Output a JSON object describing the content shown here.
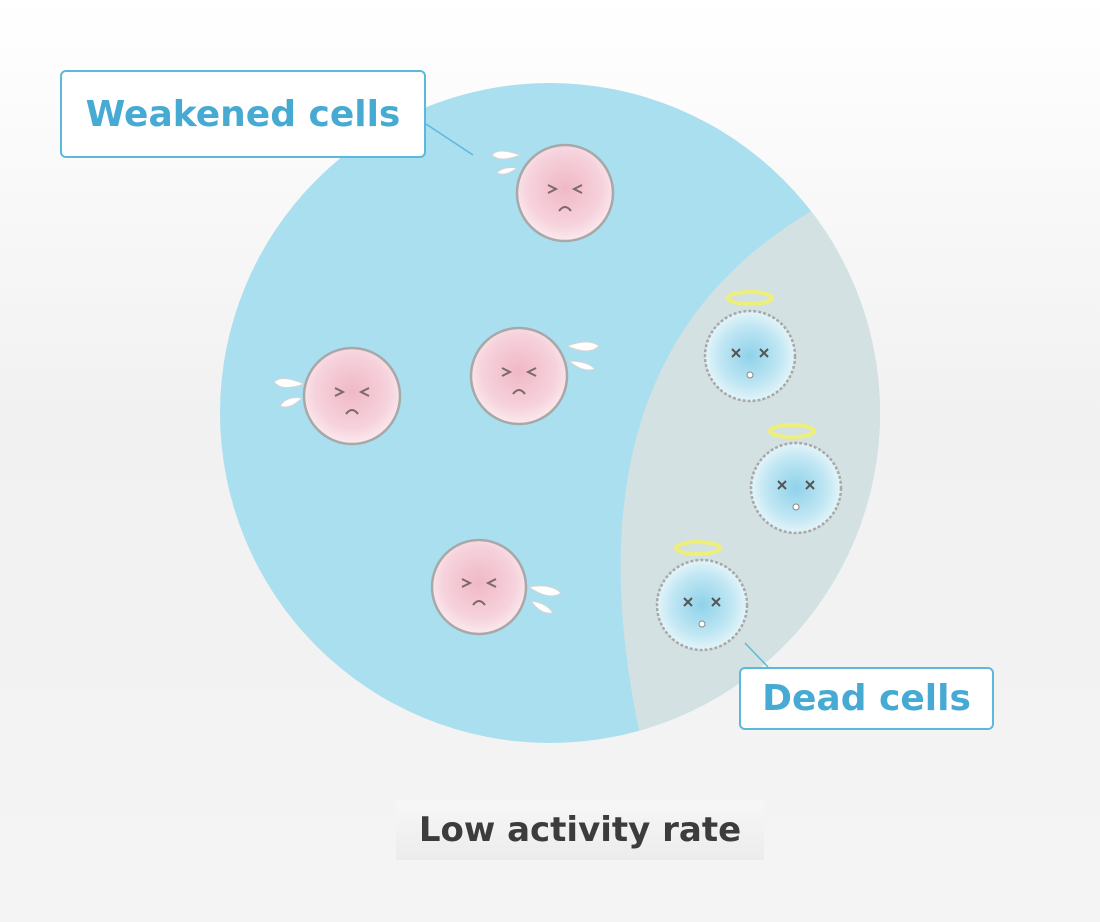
{
  "labels": {
    "weakened_cells": "Weakened cells",
    "dead_cells": "Dead cells",
    "caption": "Low activity rate"
  },
  "colors": {
    "circle_blue": "#aadfef",
    "dead_region": "#d3e1e2",
    "weakened_cell": "#f0b8c6",
    "dead_cell": "#bfe6f3",
    "halo": "#eeee7a",
    "callout_border": "#5cb9dc",
    "callout_text": "#46aad3"
  },
  "cells": {
    "weakened_count": 4,
    "dead_count": 3
  },
  "icons": [
    "weakened-cell-icon",
    "dead-cell-icon",
    "halo-icon",
    "sweat-drop-icon"
  ]
}
